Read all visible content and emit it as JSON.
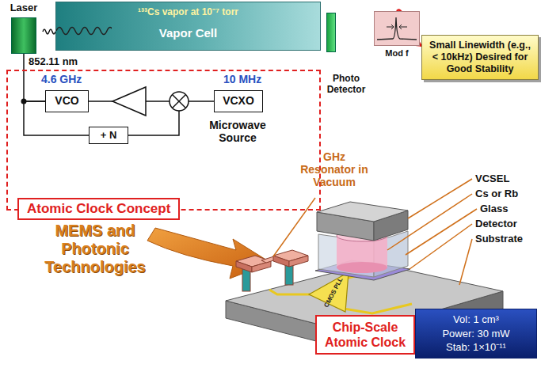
{
  "diagram": {
    "nodes": [
      {
        "text": [
          "Laser"
        ]
      },
      {
        "text": [
          "¹³³Cs vapor at 10⁻⁷ torr",
          "Vapor Cell"
        ]
      },
      {
        "text": [
          "Photo Detector"
        ]
      },
      {
        "text": [
          "Mod f"
        ]
      },
      {
        "text": [
          "Small Linewidth (e.g., < 10kHz) Desired for Good Stability"
        ]
      },
      {
        "text": [
          "Atomic Clock Concept"
        ]
      },
      {
        "text": [
          "VCO"
        ],
        "in": 5
      },
      {
        "text": [
          "VCXO"
        ],
        "in": 5
      },
      {
        "text": [
          "+ N"
        ],
        "in": 5
      },
      {
        "text": [
          "Chip-Scale Atomic Clock"
        ]
      },
      {
        "text": [
          "Vol: 1 cm³",
          "Power: 30 mW",
          "Stab: 1×10⁻¹¹"
        ]
      }
    ],
    "edges": [
      {
        "from": 0,
        "to": 1,
        "arrow": "none"
      },
      {
        "from": 6,
        "to": 0,
        "arrow": "none"
      },
      {
        "from": 7,
        "to": 6,
        "arrow": "none"
      },
      {
        "from": 6,
        "to": 8,
        "arrow": "none"
      },
      {
        "from": 3,
        "to": 4,
        "arrow": "to"
      }
    ],
    "labels": [
      "852.11 nm",
      "4.6 GHz",
      "10 MHz",
      "Microwave Source",
      "MEMS and Photonic Technologies",
      "GHz Resonator in Vacuum",
      "VCSEL",
      "Cs or Rb",
      "Glass",
      "Detector",
      "Substrate",
      "CMOS PLL"
    ]
  }
}
